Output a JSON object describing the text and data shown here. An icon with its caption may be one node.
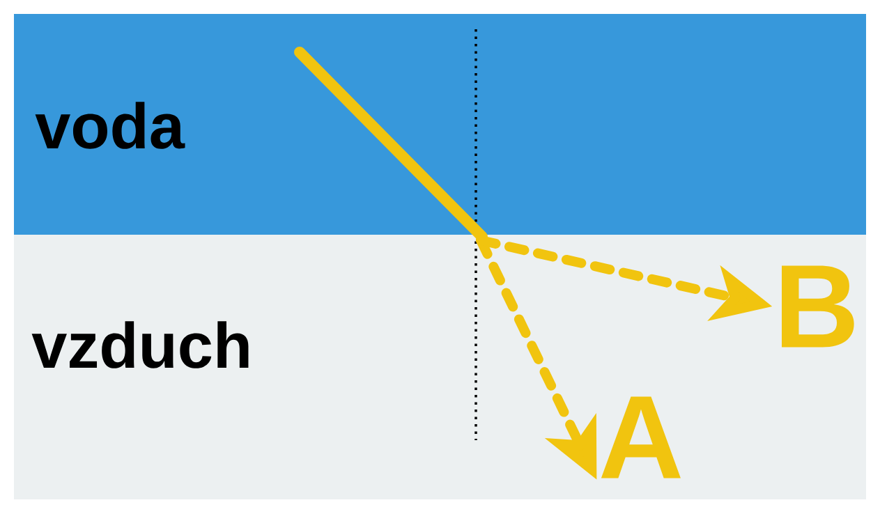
{
  "diagram": {
    "nodes": [
      {
        "text": [
          "voda"
        ]
      },
      {
        "text": [
          "vzduch"
        ]
      },
      {
        "text": [
          "A"
        ],
        "in": 1
      },
      {
        "text": [
          "B"
        ],
        "in": 1
      }
    ],
    "edges": [
      {
        "from": 0,
        "to": 2,
        "arrow": "to",
        "style": "dashed"
      },
      {
        "from": 0,
        "to": 3,
        "arrow": "to",
        "style": "dashed"
      }
    ]
  }
}
